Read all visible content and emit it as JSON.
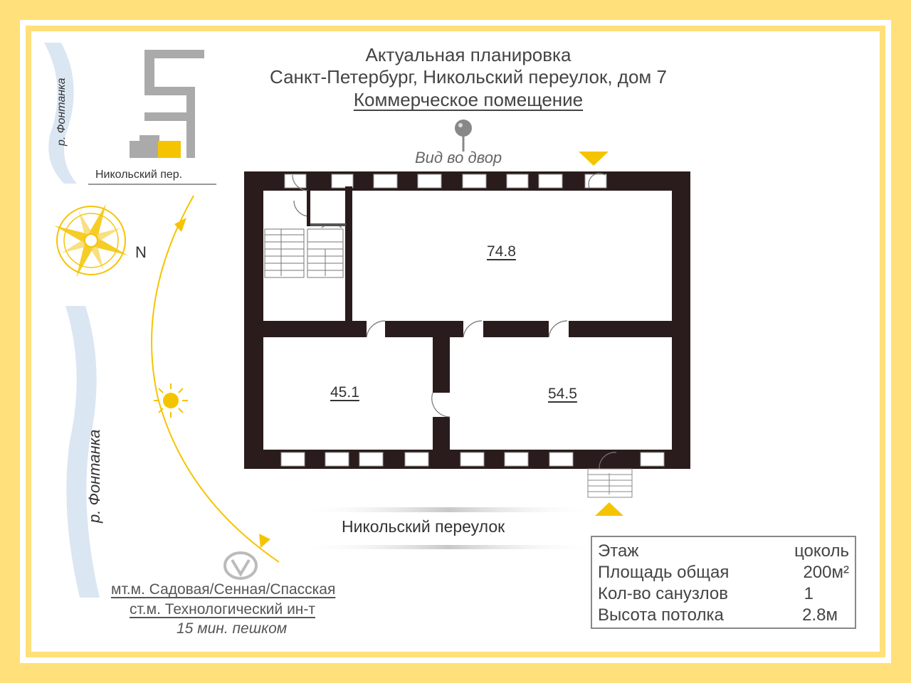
{
  "title": {
    "line1": "Актуальная планировка",
    "line2": "Санкт-Петербург, Никольский переулок, дом 7",
    "line3": "Коммерческое помещение"
  },
  "view_label": "Вид во двор",
  "mini_map": {
    "street_label": "Никольский пер."
  },
  "river": {
    "top_label": "р. Фонтанка",
    "bottom_label": "р. Фонтанка"
  },
  "compass": {
    "north_label": "N"
  },
  "rooms": [
    {
      "area": "74.8"
    },
    {
      "area": "45.1"
    },
    {
      "area": "54.5"
    }
  ],
  "street_label": "Никольский переулок",
  "metro": {
    "line1": "мт.м. Садовая/Сенная/Спасская",
    "line2": "ст.м. Технологический ин-т",
    "line3": "15 мин. пешком"
  },
  "info": [
    {
      "key": "Этаж",
      "value": "цоколь"
    },
    {
      "key": "Площадь общая",
      "value": "200м²"
    },
    {
      "key": "Кол-во санузлов",
      "value": "1"
    },
    {
      "key": "Высота потолка",
      "value": "2.8м"
    }
  ],
  "colors": {
    "accent_yellow": "#ffe07a",
    "wall": "#2a1c1c",
    "marker_yellow": "#f5c400",
    "river_blue": "#c9d8ec"
  }
}
